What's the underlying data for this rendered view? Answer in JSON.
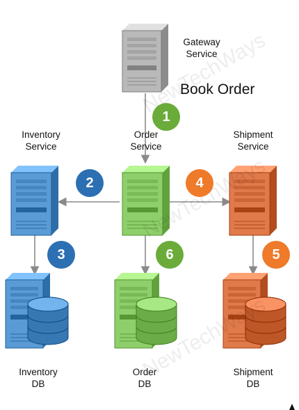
{
  "colors": {
    "gray": "#b9b9b9",
    "blue": "#5b9bd5",
    "green": "#8fcf6b",
    "orange": "#e07a4b",
    "badge_green": "#6aab3a",
    "badge_blue": "#2c6fb2",
    "badge_orange": "#ee7a2a",
    "arrow": "#8a8a8a"
  },
  "nodes": {
    "gateway": {
      "line1": "Gateway",
      "line2": "Service"
    },
    "inventory_service": {
      "line1": "Inventory",
      "line2": "Service"
    },
    "order_service": {
      "line1": "Order",
      "line2": "Service"
    },
    "shipment_service": {
      "line1": "Shipment",
      "line2": "Service"
    },
    "inventory_db": {
      "line1": "Inventory",
      "line2": "DB"
    },
    "order_db": {
      "line1": "Order",
      "line2": "DB"
    },
    "shipment_db": {
      "line1": "Shipment",
      "line2": "DB"
    }
  },
  "title": "Book Order",
  "steps": [
    "1",
    "2",
    "3",
    "4",
    "5",
    "6"
  ],
  "watermark": "NewTechWays"
}
